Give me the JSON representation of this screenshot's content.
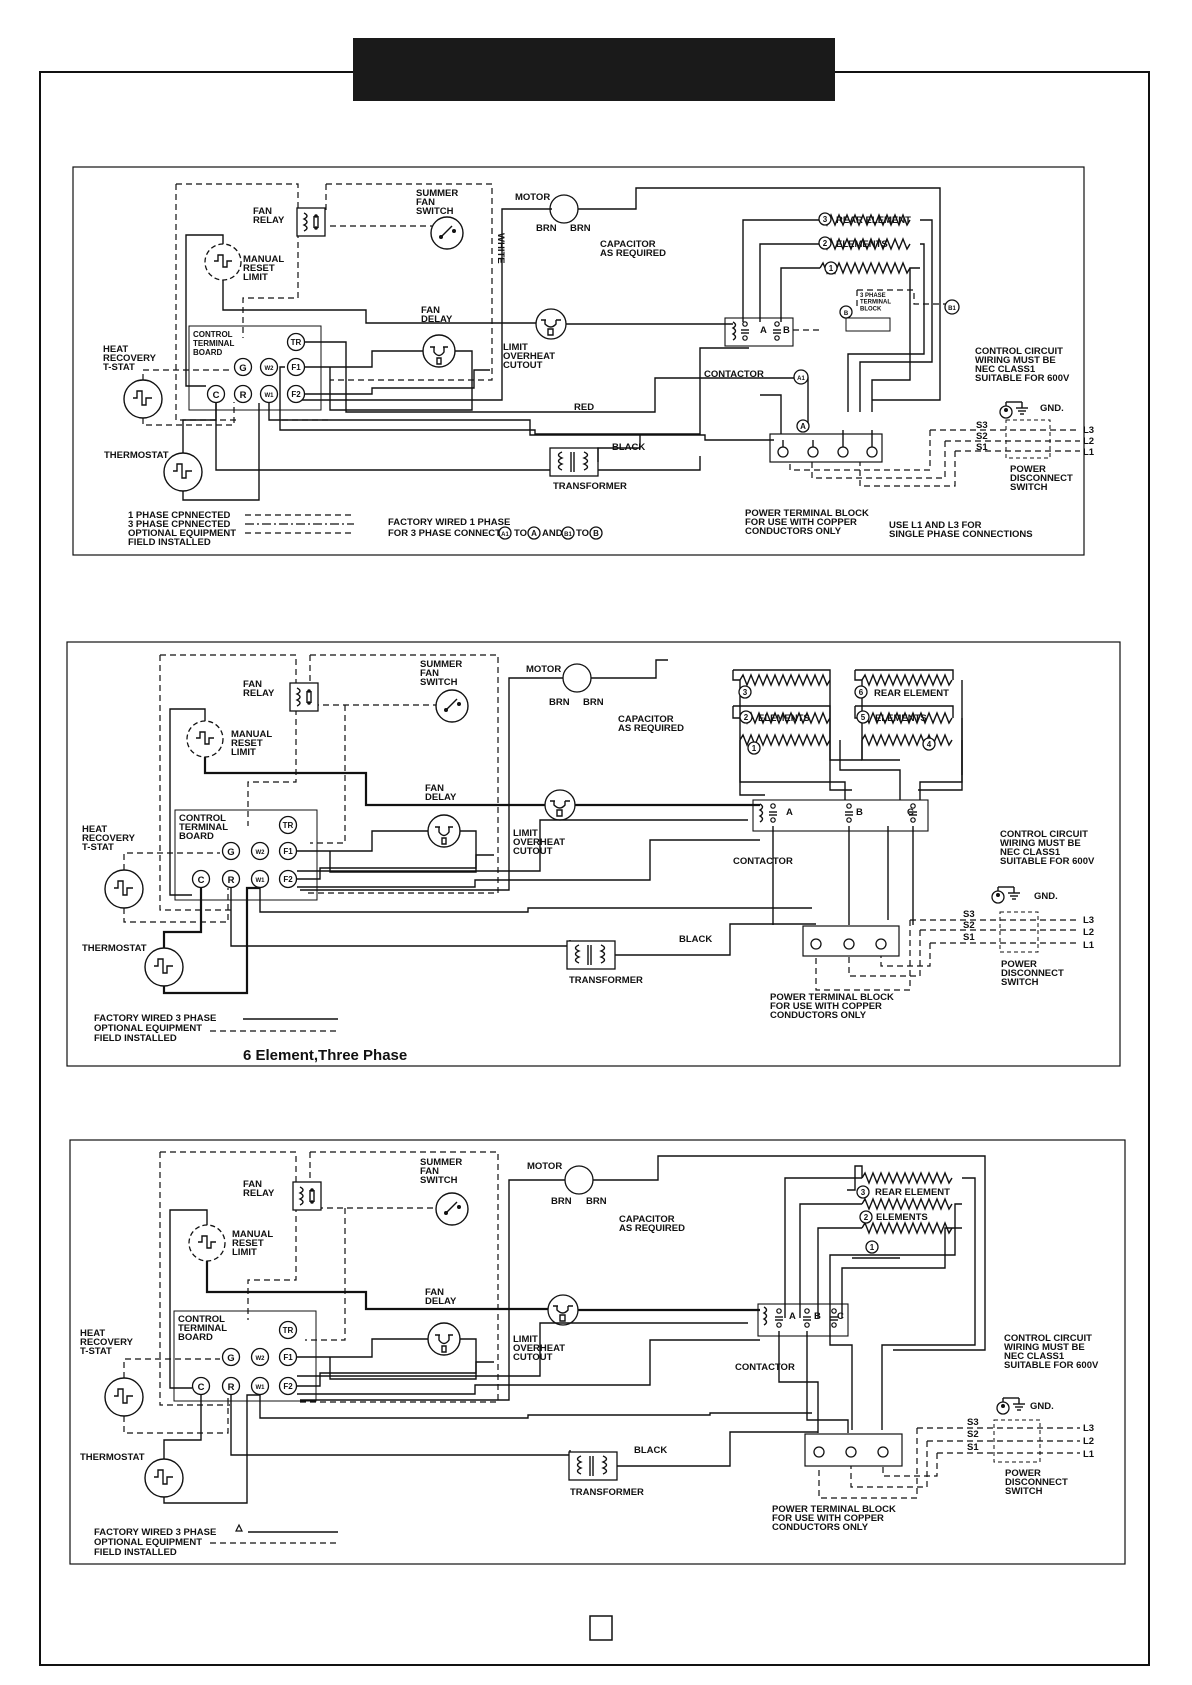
{
  "page": {
    "header_bar_color": "#1a1a1a",
    "line_color": "#111111"
  },
  "d1": {
    "fan_relay": "FAN RELAY",
    "summer": "SUMMER FAN SWITCH",
    "motor": "MOTOR",
    "brn": "BRN",
    "capacitor": "CAPACITOR AS REQUIRED",
    "white": "WHITE",
    "manual_reset": "MANUAL RESET LIMIT",
    "rear_element": "REAR ELEMENT",
    "elements": "ELEMENTS",
    "fan_delay": "FAN DELAY",
    "ctb": "CONTROL TERMINAL BOARD",
    "heat_recovery": "HEAT RECOVERY T-STAT",
    "limit": "LIMIT OVERHEAT CUTOUT",
    "contactor": "CONTACTOR",
    "tb3": "3 PHASE TERMINAL BLOCK",
    "ccw": "CONTROL CIRCUIT WIRING MUST BE NEC CLASS1 SUITABLE FOR 600V",
    "red": "RED",
    "black": "BLACK",
    "thermostat": "THERMOSTAT",
    "transformer": "TRANSFORMER",
    "gnd": "GND.",
    "pds": "POWER DISCONNECT SWITCH",
    "legend": [
      "1 PHASE CPNNECTED",
      "3 PHASE CPNNECTED",
      "OPTIONAL EQUIPMENT",
      "FIELD INSTALLED"
    ],
    "factory1": "FACTORY WIRED 1 PHASE",
    "factory2_a": "FOR 3 PHASE CONNECT",
    "factory2_b": "TO",
    "factory2_c": "AND",
    "factory2_d": "TO",
    "ptb": "POWER TERMINAL BLOCK FOR USE WITH COPPER CONDUCTORS ONLY",
    "use_l1": "USE L1 AND L3 FOR SINGLE PHASE CONNECTIONS"
  },
  "d2": {
    "fan_relay": "FAN RELAY",
    "summer": "SUMMER FAN SWITCH",
    "motor": "MOTOR",
    "brn": "BRN",
    "capacitor": "CAPACITOR AS REQUIRED",
    "manual_reset": "MANUAL RESET LIMIT",
    "rear_element": "REAR ELEMENT",
    "elements": "ELEMENTS",
    "fan_delay": "FAN DELAY",
    "ctb": "CONTROL TERMINAL BOARD",
    "heat_recovery": "HEAT RECOVERY T-STAT",
    "limit": "LIMIT OVERHEAT CUTOUT",
    "contactor": "CONTACTOR",
    "ccw": "CONTROL CIRCUIT WIRING MUST BE NEC CLASS1 SUITABLE FOR 600V",
    "black": "BLACK",
    "thermostat": "THERMOSTAT",
    "transformer": "TRANSFORMER",
    "gnd": "GND.",
    "pds": "POWER DISCONNECT SWITCH",
    "legend": [
      "FACTORY WIRED 3 PHASE",
      "OPTIONAL EQUIPMENT",
      "FIELD INSTALLED"
    ],
    "ptb": "POWER TERMINAL BLOCK FOR USE WITH COPPER CONDUCTORS ONLY",
    "caption": "6 Element,Three Phase"
  },
  "d3": {
    "fan_relay": "FAN RELAY",
    "summer": "SUMMER FAN SWITCH",
    "motor": "MOTOR",
    "brn": "BRN",
    "capacitor": "CAPACITOR AS REQUIRED",
    "manual_reset": "MANUAL RESET LIMIT",
    "rear_element": "REAR ELEMENT",
    "elements": "ELEMENTS",
    "fan_delay": "FAN DELAY",
    "ctb": "CONTROL TERMINAL BOARD",
    "heat_recovery": "HEAT RECOVERY T-STAT",
    "limit": "LIMIT OVERHEAT CUTOUT",
    "contactor": "CONTACTOR",
    "ccw": "CONTROL CIRCUIT WIRING MUST BE NEC CLASS1 SUITABLE FOR 600V",
    "black": "BLACK",
    "thermostat": "THERMOSTAT",
    "transformer": "TRANSFORMER",
    "gnd": "GND.",
    "pds": "POWER DISCONNECT SWITCH",
    "legend": [
      "FACTORY WIRED 3 PHASE",
      "OPTIONAL EQUIPMENT",
      "FIELD INSTALLED"
    ],
    "ptb": "POWER TERMINAL BLOCK FOR USE WITH COPPER CONDUCTORS ONLY"
  },
  "labels": {
    "terms": [
      "G",
      "W2",
      "F1",
      "C",
      "R",
      "W1",
      "F2",
      "TR"
    ],
    "phases": [
      "A",
      "B",
      "C"
    ],
    "lines": [
      "L3",
      "L2",
      "L1"
    ],
    "switch": [
      "S3",
      "S2",
      "S1"
    ],
    "nums": [
      "1",
      "2",
      "3",
      "4",
      "5",
      "6"
    ],
    "a1": "A1",
    "b1": "B1",
    "a": "A",
    "b": "B"
  }
}
